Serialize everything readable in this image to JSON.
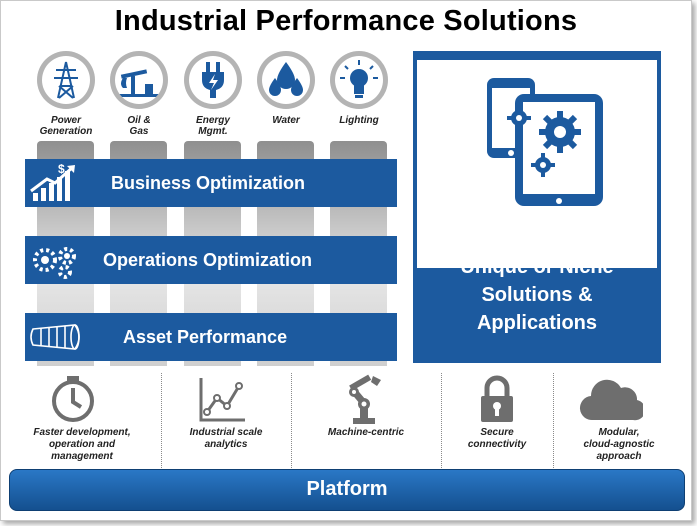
{
  "title": "Industrial Performance Solutions",
  "industries": [
    {
      "label_line1": "Power",
      "label_line2": "Generation",
      "icon": "power-tower-icon"
    },
    {
      "label_line1": "Oil &",
      "label_line2": "Gas",
      "icon": "oil-pump-icon"
    },
    {
      "label_line1": "Energy",
      "label_line2": "Mgmt.",
      "icon": "plug-icon"
    },
    {
      "label_line1": "Water",
      "label_line2": "",
      "icon": "water-drops-icon"
    },
    {
      "label_line1": "Lighting",
      "label_line2": "",
      "icon": "light-bulb-icon"
    }
  ],
  "bands": {
    "business": "Business Optimization",
    "operations": "Operations Optimization",
    "asset": "Asset Performance"
  },
  "niche": {
    "line1": "Unique or Niche",
    "line2": "Solutions &",
    "line3": "Applications"
  },
  "capabilities": [
    {
      "line1": "Faster development,",
      "line2": "operation and",
      "line3": "management",
      "icon": "clock-icon"
    },
    {
      "line1": "Industrial scale",
      "line2": "analytics",
      "line3": "",
      "icon": "line-chart-icon"
    },
    {
      "line1": "Machine-centric",
      "line2": "",
      "line3": "",
      "icon": "robot-arm-icon"
    },
    {
      "line1": "Secure",
      "line2": "connectivity",
      "line3": "",
      "icon": "padlock-icon"
    },
    {
      "line1": "Modular,",
      "line2": "cloud-agnostic",
      "line3": "approach",
      "icon": "cloud-icon"
    }
  ],
  "platform": "Platform",
  "colors": {
    "brand_blue": "#1c5a9f",
    "icon_gray": "#6e6e6e",
    "column_gray": "#b4b4b4"
  }
}
